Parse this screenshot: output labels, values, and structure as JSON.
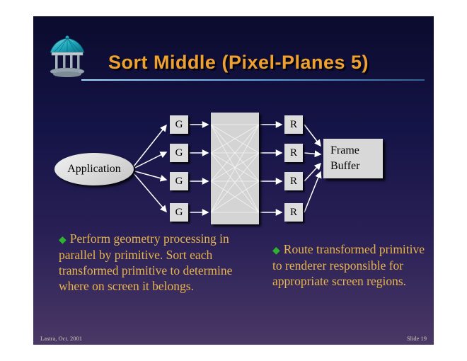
{
  "slide": {
    "title": "Sort Middle (Pixel-Planes 5)",
    "footer_left": "Lastra, Oct. 2001",
    "footer_right": "Slide 19"
  },
  "diagram": {
    "application_label": "Application",
    "g_label": "G",
    "r_label": "R",
    "frame_buffer_line1": "Frame",
    "frame_buffer_line2": "Buffer",
    "g_count": 4,
    "r_count": 4
  },
  "bullets": {
    "marker": "◆",
    "left": "Perform geometry processing in parallel by primitive. Sort each transformed primitive to determine where on screen it belongs.",
    "right": "Route transformed primitive to renderer responsible for appropriate screen regions."
  },
  "icons": {
    "logo": "dome-well-logo-icon"
  },
  "colors": {
    "title_text": "#EFA12F",
    "bullet_text": "#E9B44C",
    "bullet_marker": "#2DB32D",
    "box_fill": "#DCDCDC",
    "background_top": "#0B0B2E",
    "background_bottom": "#4A3866",
    "rule_left": "#AADCFF",
    "arrow": "#FFFFFF"
  }
}
